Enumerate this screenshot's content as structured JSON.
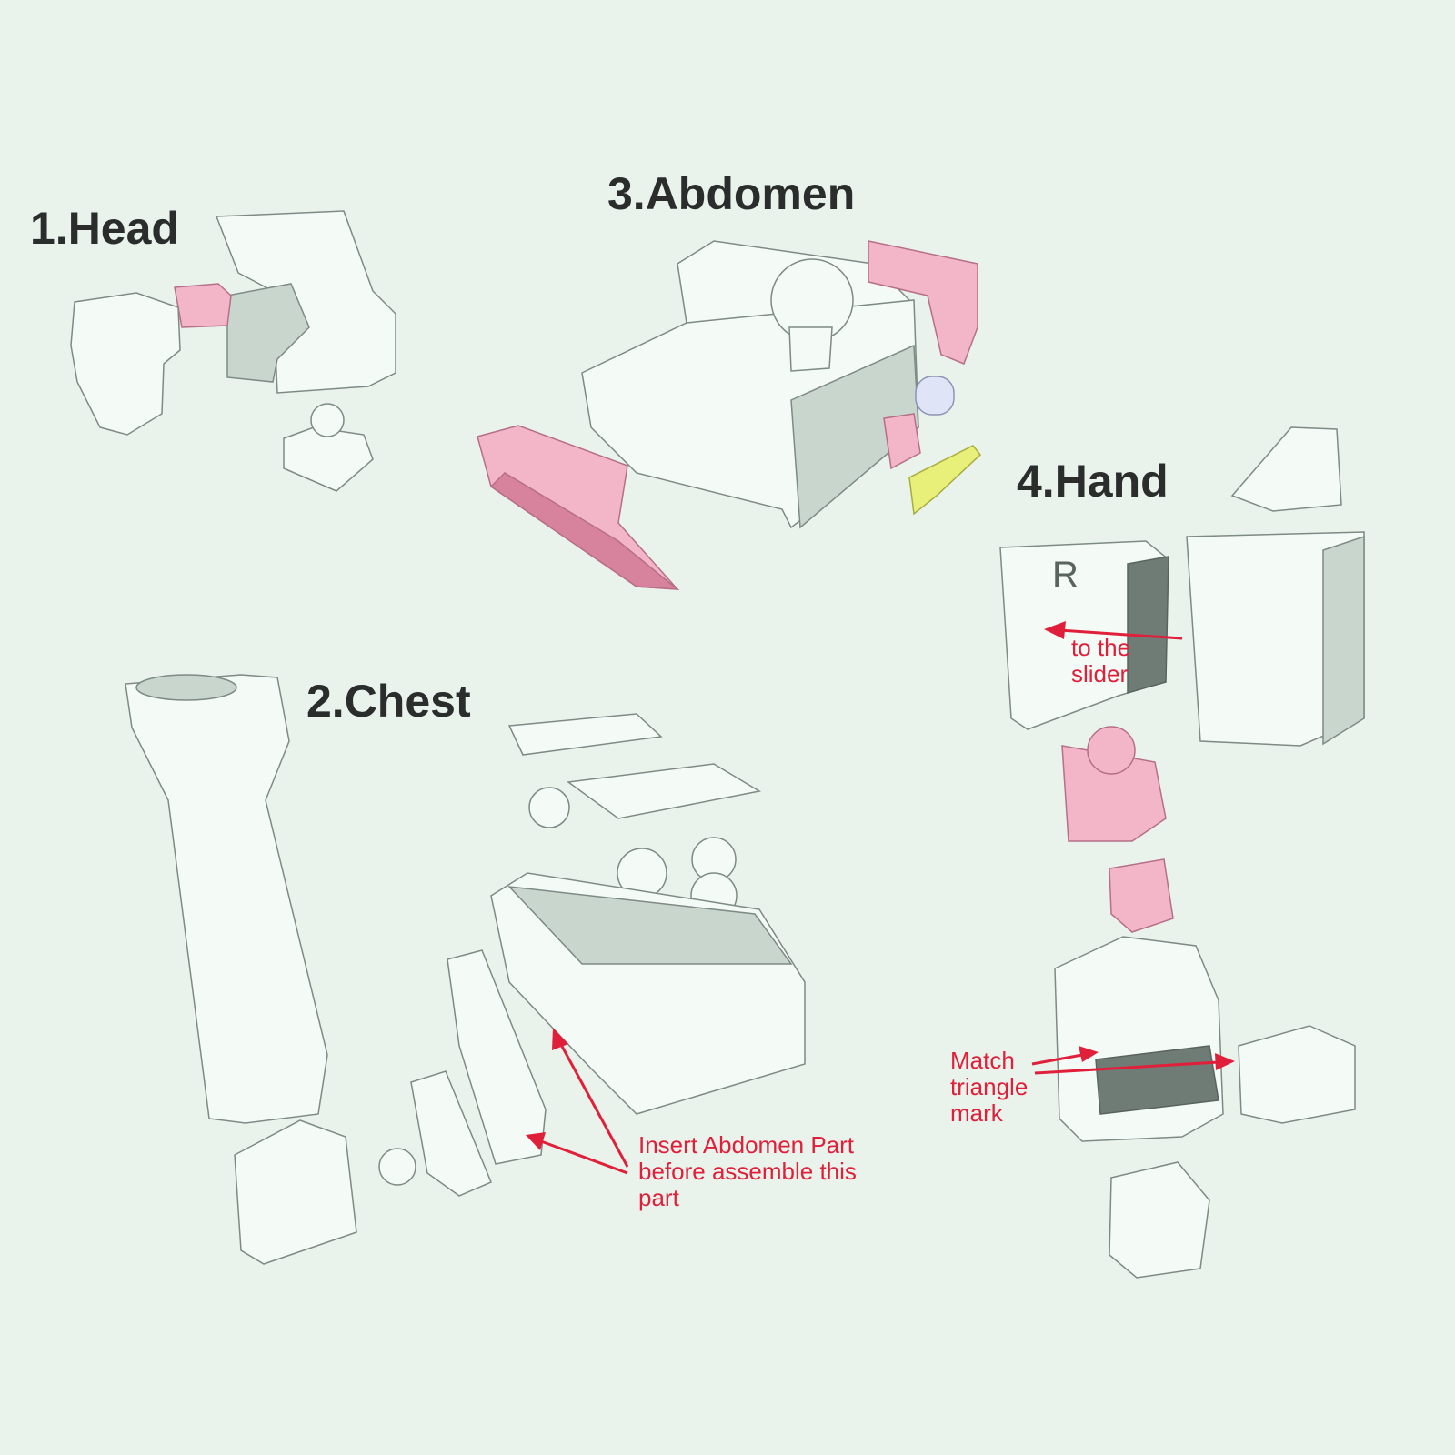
{
  "sections": {
    "head": "1.Head",
    "chest": "2.Chest",
    "abdomen": "3.Abdomen",
    "hand": "4.Hand"
  },
  "annotations": {
    "slider": [
      "to the",
      "slider"
    ],
    "abdomen_insert": [
      "Insert Abdomen Part",
      "before assemble this",
      "part"
    ],
    "triangle": [
      "Match",
      "triangle",
      "mark"
    ],
    "hand_letter": "R"
  },
  "colors": {
    "background": "#e9f3ec",
    "annotation": "#e0203a",
    "part_pink": "#f3b6c9",
    "part_white": "#f4faf6",
    "part_yellow": "#e8f07a"
  }
}
